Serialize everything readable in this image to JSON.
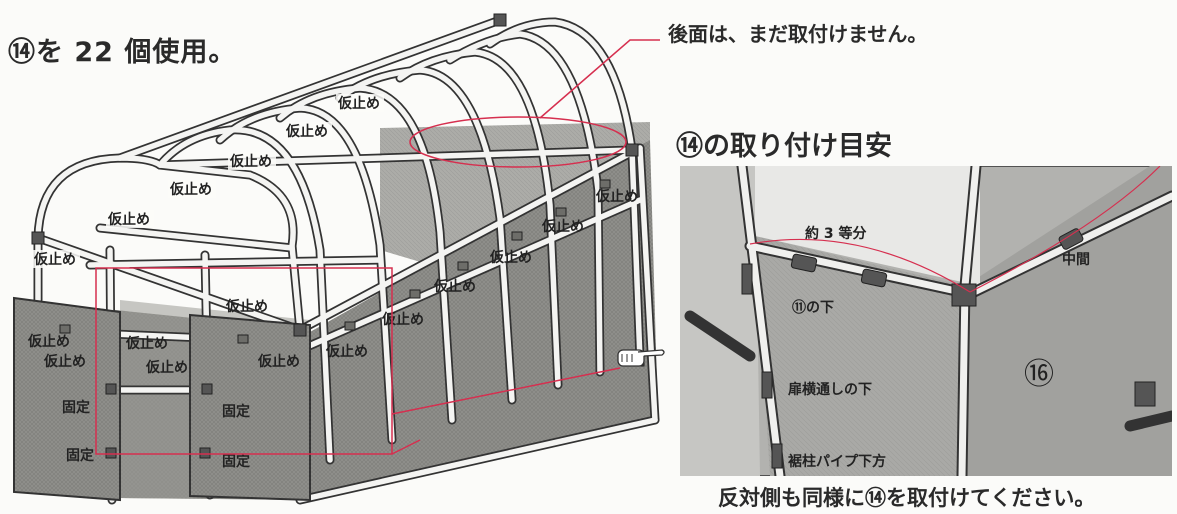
{
  "heading": "⑭を 22 個使用。",
  "rear_note": "後面は、まだ取付けません。",
  "detail_title": "⑭の取り付け目安",
  "footer_note": "反対側も同様に⑭を取付けてください。",
  "colors": {
    "accent": "#d62f4f",
    "line": "#333333",
    "net": "#8a8a86",
    "pipe": "#f4f4f2"
  },
  "overview_labels": {
    "kari": "仮止め",
    "kotei": "固定"
  },
  "detail_labels": {
    "three_equal": "約 3 等分",
    "middle": "中間",
    "under_11": "⑪の下",
    "under_door_rail": "扉横通しの下",
    "below_post": "裾柱パイプ下方",
    "part_16": "⑯"
  },
  "pointer_icon": "pointing-hand-icon"
}
